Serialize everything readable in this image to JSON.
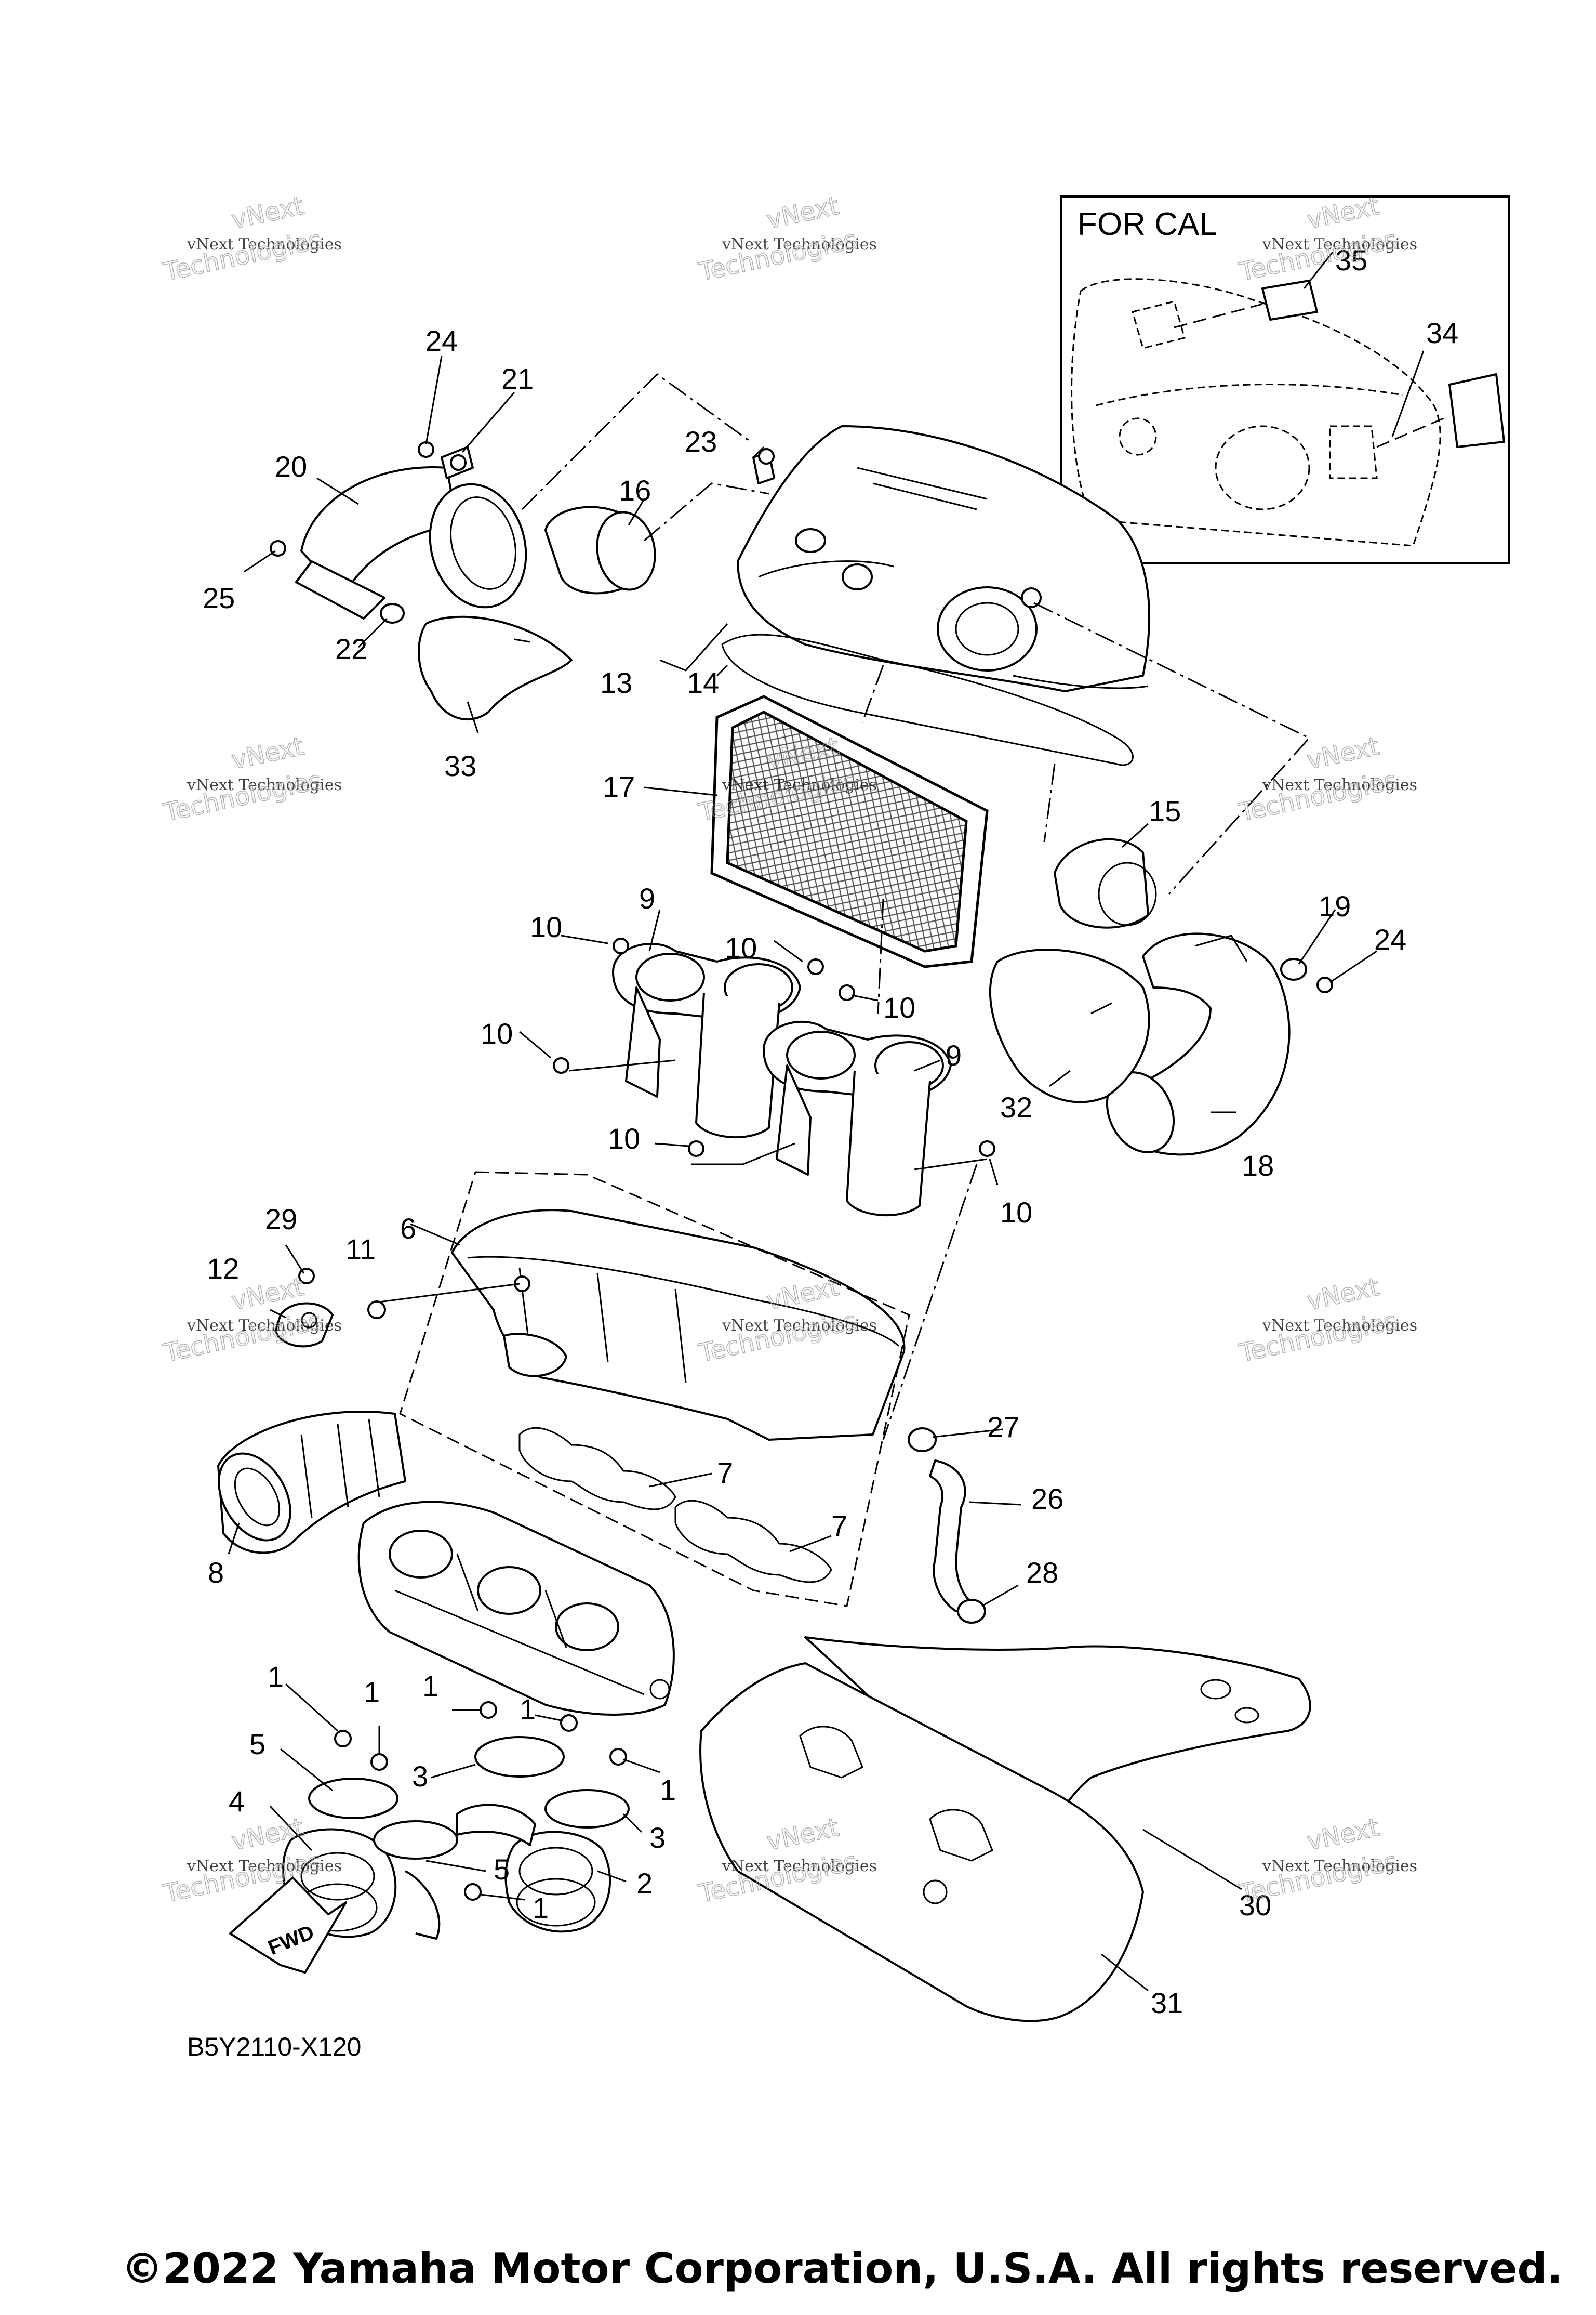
{
  "diagram": {
    "drawing_code": "B5Y2110-X120",
    "copyright": "©2022 Yamaha Motor Corporation, U.S.A. All rights reserved.",
    "inset_label": "FOR CAL",
    "direction_label": "FWD",
    "watermark": {
      "line1": "vNext",
      "line2": "vNext Technologies",
      "line3": "Technologies"
    },
    "callouts": {
      "c1a": "1",
      "c1b": "1",
      "c1c": "1",
      "c1d": "1",
      "c1e": "1",
      "c1f": "1",
      "c2": "2",
      "c3a": "3",
      "c3b": "3",
      "c4": "4",
      "c5a": "5",
      "c5b": "5",
      "c6": "6",
      "c7a": "7",
      "c7b": "7",
      "c8": "8",
      "c9a": "9",
      "c9b": "9",
      "c10a": "10",
      "c10b": "10",
      "c10c": "10",
      "c10d": "10",
      "c10e": "10",
      "c10f": "10",
      "c11": "11",
      "c12": "12",
      "c13": "13",
      "c14": "14",
      "c15": "15",
      "c16": "16",
      "c17": "17",
      "c18": "18",
      "c19": "19",
      "c20": "20",
      "c21": "21",
      "c22": "22",
      "c23": "23",
      "c24a": "24",
      "c24b": "24",
      "c25": "25",
      "c26": "26",
      "c27": "27",
      "c28": "28",
      "c29": "29",
      "c30": "30",
      "c31": "31",
      "c32": "32",
      "c33": "33",
      "c34": "34",
      "c35": "35"
    }
  }
}
